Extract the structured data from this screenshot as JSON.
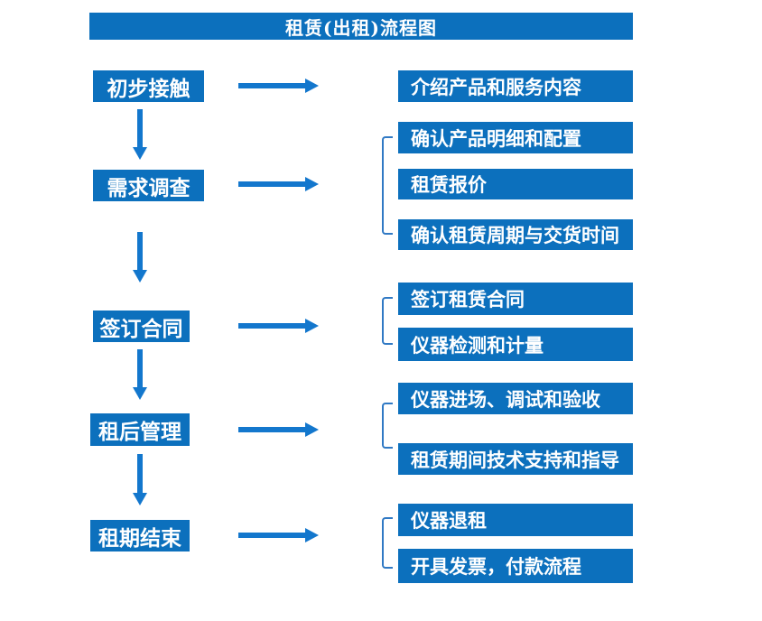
{
  "title": "租赁(出租)流程图",
  "colors": {
    "box": "#0c70bd",
    "arrow": "#1377cd",
    "bracket": "#3079c4",
    "text": "#ffffff"
  },
  "steps": [
    {
      "label": "初步接触",
      "details": [
        "介绍产品和服务内容"
      ]
    },
    {
      "label": "需求调查",
      "details": [
        "确认产品明细和配置",
        "租赁报价",
        "确认租赁周期与交货时间"
      ]
    },
    {
      "label": "签订合同",
      "details": [
        "签订租赁合同",
        "仪器检测和计量"
      ]
    },
    {
      "label": "租后管理",
      "details": [
        "仪器进场、调试和验收",
        "租赁期间技术支持和指导"
      ]
    },
    {
      "label": "租期结束",
      "details": [
        "仪器退租",
        "开具发票，付款流程"
      ]
    }
  ]
}
